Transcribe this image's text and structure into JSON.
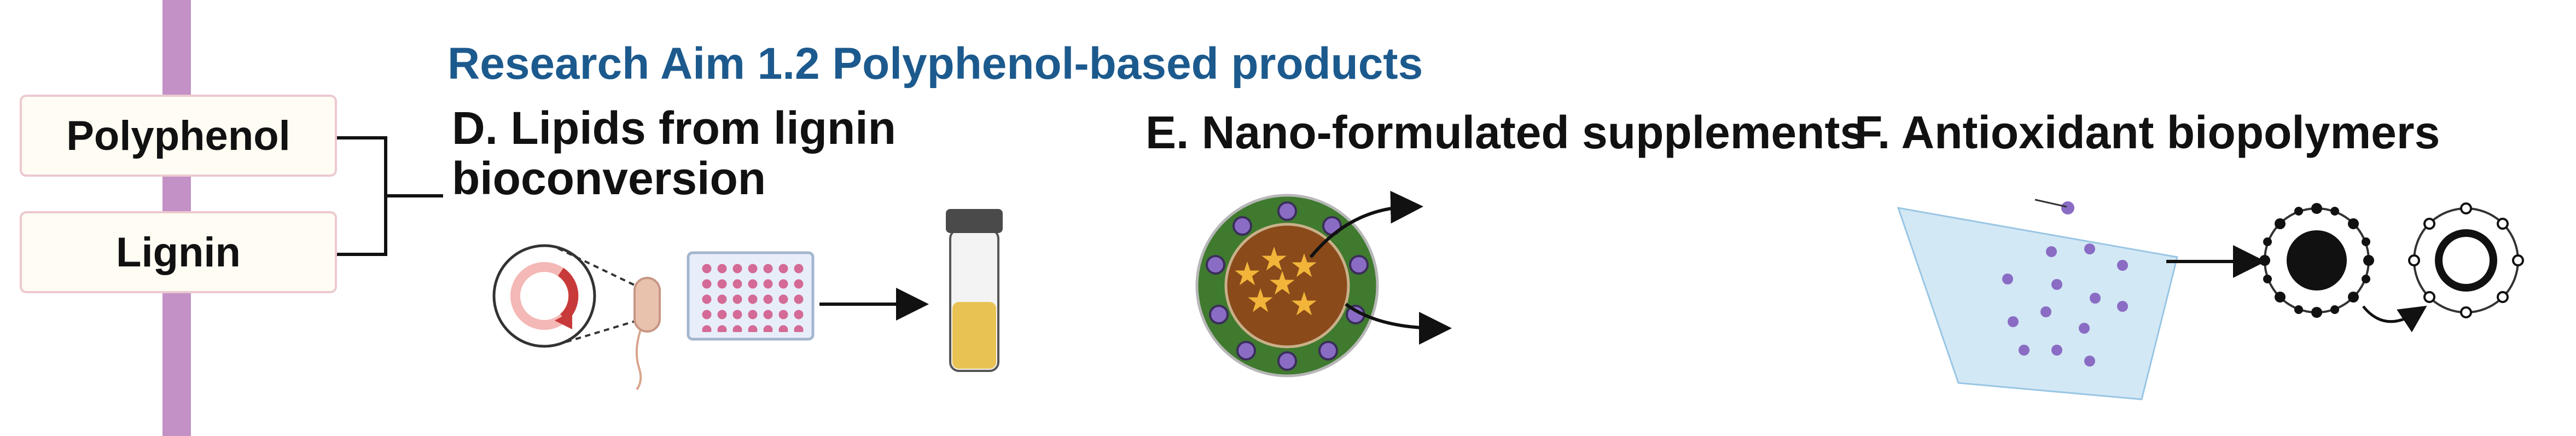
{
  "left_panel": {
    "polyphenol_label": "Polyphenol",
    "lignin_label": "Lignin"
  },
  "aim_title": "Research Aim 1.2 Polyphenol-based products",
  "panels": {
    "d": {
      "title_line1": "D. Lipids from lignin",
      "title_line2": "bioconversion"
    },
    "e": {
      "title": "E. Nano-formulated supplements"
    },
    "f": {
      "title": "F. Antioxidant biopolymers"
    }
  },
  "colors": {
    "sidebar": "#c391c6",
    "box_border": "#ecc9d0",
    "aim_title": "#1c5a8e",
    "nano_shell": "#3f7a2e",
    "nano_core": "#8a4a1a",
    "star": "#f2b53a",
    "particle": "#8a6cc4",
    "film": "#cfe6f5",
    "lipid": "#e8c253"
  },
  "icons": [
    "plasmid-icon",
    "bacterium-icon",
    "well-plate-icon",
    "vial-icon",
    "nanoparticle-icon",
    "film-icon",
    "polymer-ring-icon"
  ]
}
